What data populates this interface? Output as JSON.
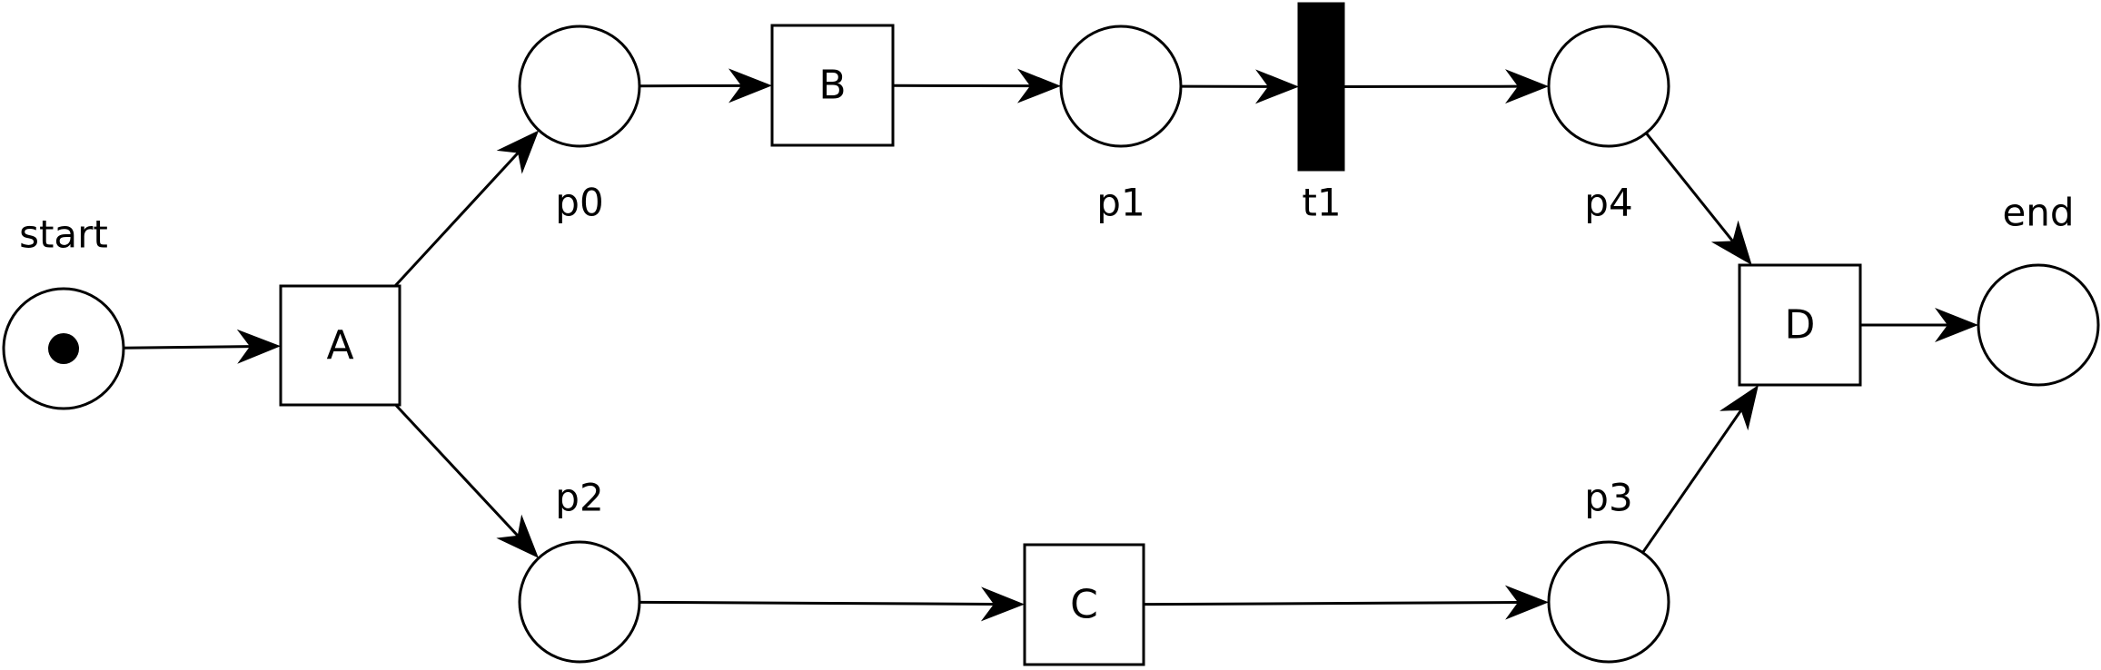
{
  "diagram": {
    "type": "petri-net",
    "places": [
      {
        "id": "start",
        "label": "start",
        "tokens": 1
      },
      {
        "id": "p0",
        "label": "p0",
        "tokens": 0
      },
      {
        "id": "p1",
        "label": "p1",
        "tokens": 0
      },
      {
        "id": "p2",
        "label": "p2",
        "tokens": 0
      },
      {
        "id": "p3",
        "label": "p3",
        "tokens": 0
      },
      {
        "id": "p4",
        "label": "p4",
        "tokens": 0
      },
      {
        "id": "end",
        "label": "end",
        "tokens": 0
      }
    ],
    "transitions": [
      {
        "id": "A",
        "label": "A",
        "kind": "visible"
      },
      {
        "id": "B",
        "label": "B",
        "kind": "visible"
      },
      {
        "id": "C",
        "label": "C",
        "kind": "visible"
      },
      {
        "id": "D",
        "label": "D",
        "kind": "visible"
      },
      {
        "id": "t1",
        "label": "t1",
        "kind": "silent"
      }
    ],
    "arcs": [
      {
        "from": "start",
        "to": "A"
      },
      {
        "from": "A",
        "to": "p0"
      },
      {
        "from": "A",
        "to": "p2"
      },
      {
        "from": "p0",
        "to": "B"
      },
      {
        "from": "B",
        "to": "p1"
      },
      {
        "from": "p1",
        "to": "t1"
      },
      {
        "from": "t1",
        "to": "p4"
      },
      {
        "from": "p4",
        "to": "D"
      },
      {
        "from": "p2",
        "to": "C"
      },
      {
        "from": "C",
        "to": "p3"
      },
      {
        "from": "p3",
        "to": "D"
      },
      {
        "from": "D",
        "to": "end"
      }
    ],
    "colors": {
      "stroke": "#000000",
      "fill": "#ffffff",
      "token": "#000000",
      "silent_transition": "#000000"
    }
  }
}
